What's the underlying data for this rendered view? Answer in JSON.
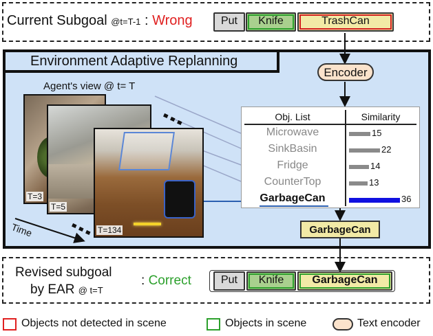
{
  "top": {
    "label": "Current Subgoal",
    "time": "@t=T-1",
    "colon": ":",
    "status": "Wrong",
    "status_color": "#e02020",
    "tokens": [
      "Put",
      "Knife",
      "TrashCan"
    ]
  },
  "ear": {
    "title": "Environment Adaptive Replanning",
    "encoder": "Encoder",
    "agent_view": "Agent's view @ t= T",
    "frames": [
      "T=3",
      "T=5",
      "T=134"
    ],
    "time_label": "Time",
    "table": {
      "headers": [
        "Obj. List",
        "Similarity"
      ],
      "rows": [
        {
          "obj": "Microwave",
          "sim": 15
        },
        {
          "obj": "SinkBasin",
          "sim": 22
        },
        {
          "obj": "Fridge",
          "sim": 14
        },
        {
          "obj": "CounterTop",
          "sim": 13
        },
        {
          "obj": "GarbageCan",
          "sim": 36
        }
      ]
    },
    "selected": "GarbageCan"
  },
  "bottom": {
    "label_line1": "Revised subgoal",
    "label_line2": "by EAR",
    "time": "@ t=T",
    "colon": ":",
    "status": "Correct",
    "status_color": "#2ca02c",
    "tokens": [
      "Put",
      "Knife",
      "GarbageCan"
    ]
  },
  "legend": {
    "red": "Objects not detected in scene",
    "green": "Objects in scene",
    "encoder": "Text encoder"
  },
  "colors": {
    "panel_bg": "#cfe2f7",
    "highlight_bar": "#1010e0",
    "red": "#e02020",
    "green": "#2ca02c"
  }
}
